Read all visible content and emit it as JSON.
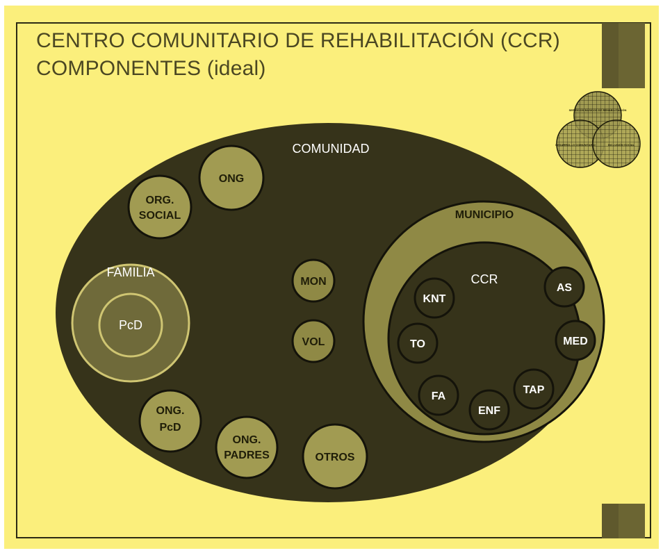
{
  "title": {
    "line1": "CENTRO COMUNITARIO DE REHABILITACIÓN (CCR)",
    "line2": "COMPONENTES (ideal)"
  },
  "community": {
    "label": "COMUNIDAD",
    "nodes": {
      "ong": "ONG",
      "org_social_1": "ORG.",
      "org_social_2": "SOCIAL",
      "mon": "MON",
      "vol": "VOL",
      "ong_pcd_1": "ONG.",
      "ong_pcd_2": "PcD",
      "ong_padres_1": "ONG.",
      "ong_padres_2": "PADRES",
      "otros": "OTROS"
    }
  },
  "family": {
    "label": "FAMILIA",
    "inner": "PcD"
  },
  "municipio": {
    "label": "MUNICIPIO",
    "ccr": {
      "label": "CCR",
      "members": {
        "knt": "KNT",
        "as": "AS",
        "to": "TO",
        "med": "MED",
        "fa": "FA",
        "enf": "ENF",
        "tap": "TAP"
      }
    }
  },
  "venn_logo": {
    "top": "SERVICIOS BÁSICOS DE REHABILITACIÓN",
    "left": "DESARROLLO COMUNITARIO",
    "right": "INCLUSIÓN SOCIAL"
  },
  "colors": {
    "background": "#fbef7c",
    "ellipse": "#36331a",
    "node_fill": "#a19b52",
    "node_stroke": "#14130a",
    "municipio_fill": "#8f8945",
    "family_fill": "#6f6a3a",
    "family_ring": "#cfc572",
    "accent_square": "#5f592d"
  }
}
